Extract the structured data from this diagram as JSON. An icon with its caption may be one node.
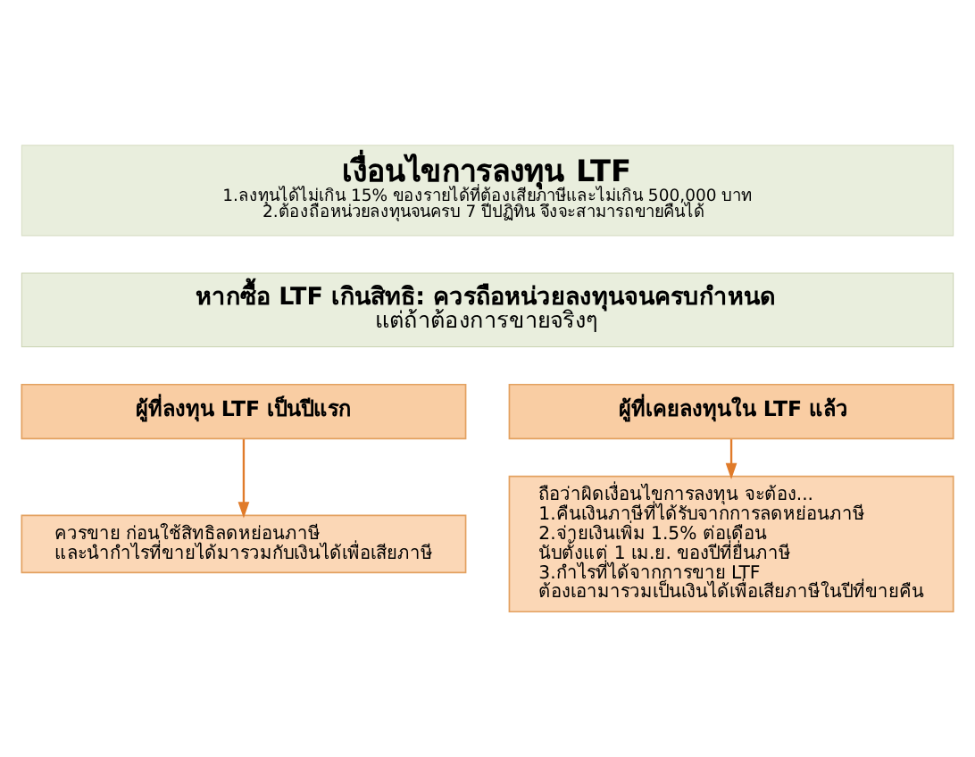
{
  "diagram": {
    "nodes": [
      {
        "text": [
          "เงื่อนไขการลงทุน LTF",
          "1.ลงทุนได้ไม่เกิน 15% ของรายได้ที่ต้องเสียภาษีและไม่เกิน 500,000 บาท",
          "2.ต้องถือหน่วยลงทุนจนครบ 7 ปีปฏิทิน จึงจะสามารถขายคืนได้"
        ]
      },
      {
        "text": [
          "หากซื้อ LTF เกินสิทธิ: ควรถือหน่วยลงทุนจนครบกำหนด",
          "แต่ถ้าต้องการขายจริงๆ"
        ]
      },
      {
        "text": [
          "ผู้ที่ลงทุน LTF เป็นปีแรก"
        ]
      },
      {
        "text": [
          "ผู้ที่เคยลงทุนใน LTF แล้ว"
        ]
      },
      {
        "text": [
          "ควรขาย ก่อนใช้สิทธิลดหย่อนภาษี และนำกำไรที่ขายได้มารวมกับเงินได้เพื่อเสียภาษี"
        ]
      },
      {
        "text": [
          "ถือว่าผิดเงื่อนไขการลงทุน จะต้อง...",
          "1.คืนเงินภาษีที่ได้รับจากการลดหย่อนภาษี",
          "2.จ่ายเงินเพิ่ม 1.5% ต่อเดือน นับตั้งแต่ 1 เม.ย. ของปีที่ยื่นภาษี",
          "3.กำไรที่ได้จากการขาย LTF ต้องเอามารวมเป็นเงินได้เพื่อเสียภาษีในปีที่ขายคืน"
        ]
      }
    ],
    "edges": [
      {
        "from": 2,
        "to": 4,
        "arrow": "to"
      },
      {
        "from": 3,
        "to": 5,
        "arrow": "to"
      }
    ]
  }
}
